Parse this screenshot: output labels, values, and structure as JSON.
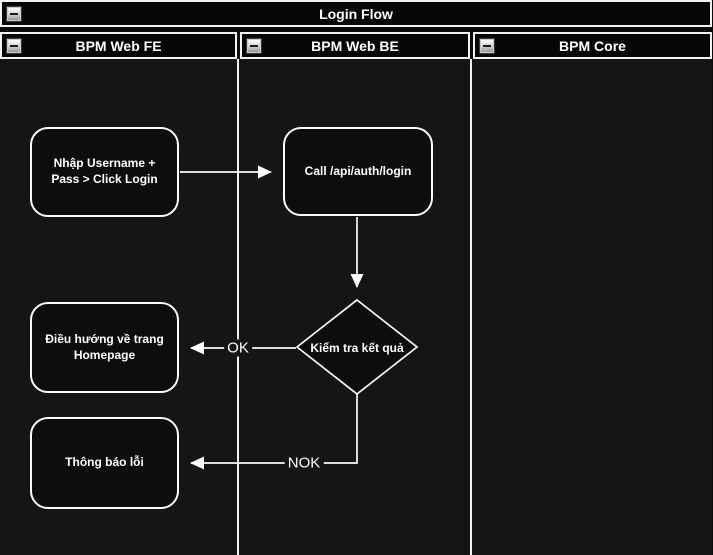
{
  "pool": {
    "title": "Login Flow"
  },
  "lanes": [
    {
      "label": "BPM Web FE"
    },
    {
      "label": "BPM Web BE"
    },
    {
      "label": "BPM Core"
    }
  ],
  "nodes": {
    "fe_action": {
      "line1": "Nhập Username +",
      "line2": "Pass > Click Login"
    },
    "be_call": {
      "label": "Call /api/auth/login"
    },
    "decision": {
      "label": "Kiểm tra kết quả"
    },
    "homepage": {
      "line1": "Điều hướng về trang",
      "line2": "Homepage"
    },
    "error": {
      "label": "Thông báo lỗi"
    }
  },
  "edges": {
    "ok": {
      "label": "OK"
    },
    "nok": {
      "label": "NOK"
    }
  },
  "colors": {
    "background": "#0b0b0b",
    "lane_body": "#151515",
    "panel": "#060606",
    "stroke": "#ffffff",
    "node_fill": "#0d0d0d",
    "text": "#ffffff"
  }
}
